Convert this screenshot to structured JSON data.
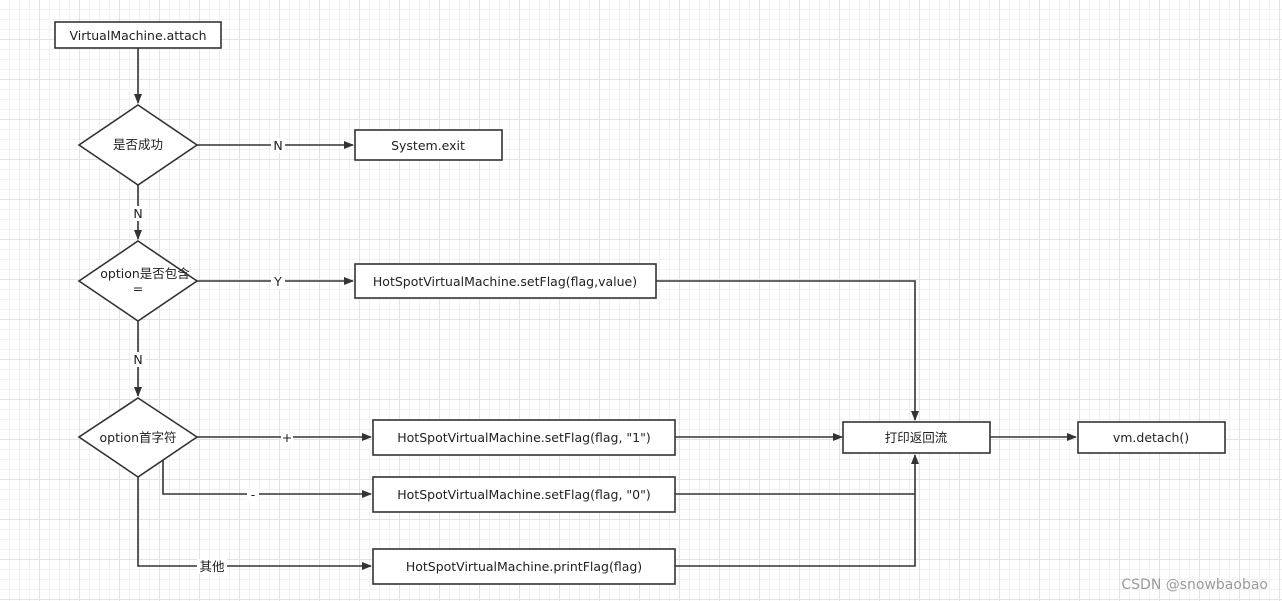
{
  "nodes": {
    "attach": "VirtualMachine.attach",
    "success": "是否成功",
    "exit": "System.exit",
    "contains_line1": "option是否包含",
    "contains_line2": "=",
    "set_value": "HotSpotVirtualMachine.setFlag(flag,value)",
    "first_char": "option首字符",
    "set_one": "HotSpotVirtualMachine.setFlag(flag, \"1\")",
    "set_zero": "HotSpotVirtualMachine.setFlag(flag, \"0\")",
    "print_flag": "HotSpotVirtualMachine.printFlag(flag)",
    "print_stream": "打印返回流",
    "detach": "vm.detach()"
  },
  "edges": {
    "success_to_exit": "N",
    "success_to_contains": "N",
    "contains_to_set": "Y",
    "contains_to_first": "N",
    "first_to_one": "+",
    "first_to_zero": "-",
    "first_to_print": "其他"
  },
  "watermark": "CSDN @snowbaobao"
}
